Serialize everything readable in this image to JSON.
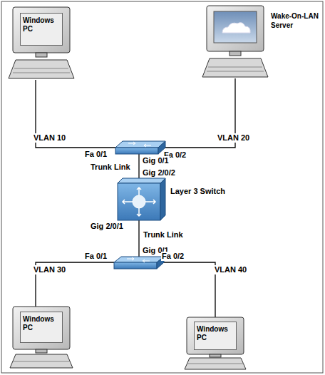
{
  "diagram": {
    "nodes": [
      {
        "text": [
          "Windows PC"
        ]
      },
      {
        "text": [
          "Wake-On-LAN Server"
        ]
      },
      {
        "text": [
          "Layer 3 Switch"
        ]
      },
      {
        "text": [
          "Windows PC"
        ]
      },
      {
        "text": [
          "Windows PC"
        ]
      }
    ],
    "labels": [
      "VLAN 10",
      "Fa 0/1",
      "Fa 0/2",
      "VLAN 20",
      "Gig 0/1",
      "Trunk Link",
      "Gig 2/0/2",
      "Gig 2/0/1",
      "Trunk Link",
      "Gig 0/1",
      "Fa 0/1",
      "Fa 0/2",
      "VLAN 30",
      "VLAN 40"
    ]
  }
}
